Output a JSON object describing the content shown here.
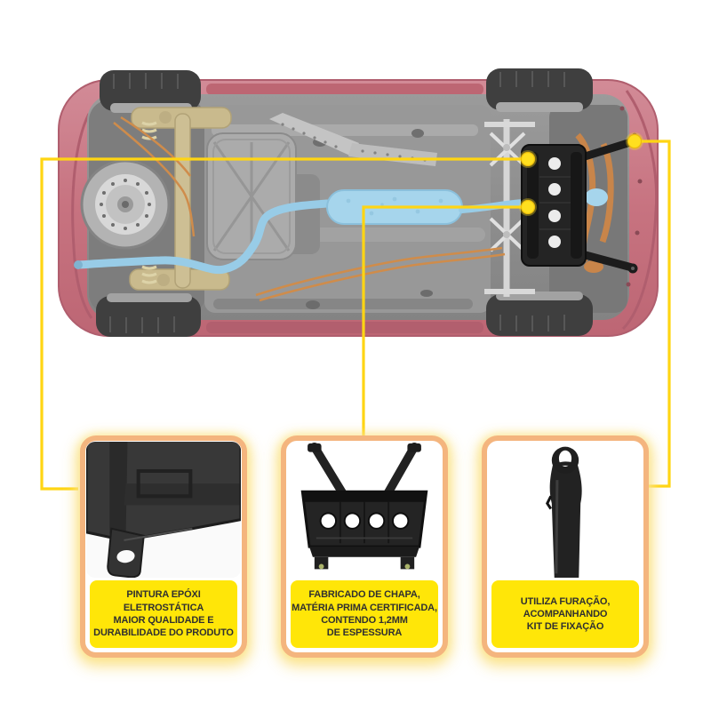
{
  "illustration": {
    "description": "Bottom view of a car chassis with the steel engine skid plate highlighted at the front",
    "body_color": "#c77380",
    "underbody_color": "#8e8e8e",
    "exhaust_color": "#a6d5ec",
    "axle_color": "#c9ba8d",
    "brake_line_color": "#cf8c4b",
    "skid_plate_color": "#242424",
    "callout_color": "#ffd513",
    "panel_border_color": "#f4b57e",
    "label_background": "#ffe608"
  },
  "features": [
    {
      "id": "paint",
      "photo": "plate-corner-closeup",
      "text": "PINTURA EPÓXI\nELETROSTÁTICA\nMAIOR QUALIDADE E\nDURABILIDADE DO PRODUTO"
    },
    {
      "id": "steel-sheet",
      "photo": "skid-plate-product",
      "text": "FABRICADO DE CHAPA,\nMATÉRIA PRIMA CERTIFICADA,\nCONTENDO 1,2MM\nDE ESPESSURA"
    },
    {
      "id": "fixing-kit",
      "photo": "mounting-bracket",
      "text": "UTILIZA FURAÇÃO,\nACOMPANHANDO\nKIT DE FIXAÇÃO"
    }
  ]
}
